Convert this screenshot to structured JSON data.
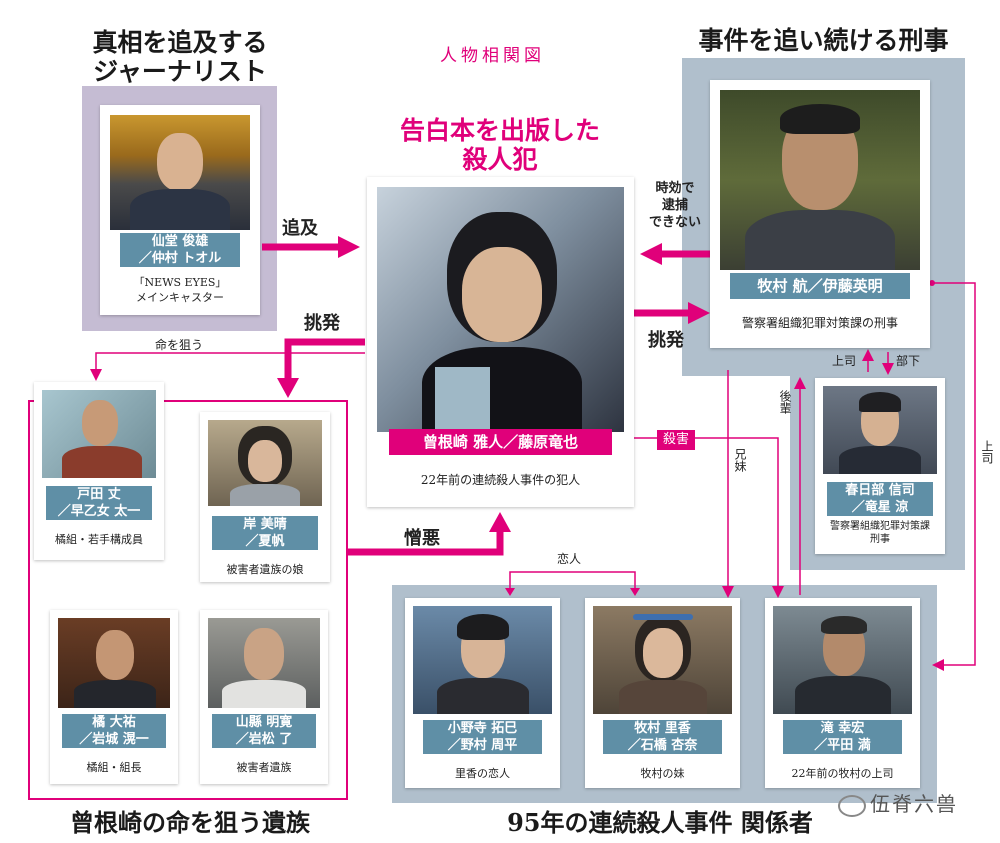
{
  "title": "人物相関図",
  "center": {
    "heading": [
      "告白本を出版した",
      "殺人犯"
    ],
    "name": "曾根崎 雅人／藤原竜也",
    "desc": "22年前の連続殺人事件の犯人"
  },
  "journalist": {
    "heading": [
      "真相を追及する",
      "ジャーナリスト"
    ],
    "name": [
      "仙堂 俊雄",
      "／仲村 トオル"
    ],
    "desc": [
      "「NEWS EYES」",
      "メインキャスター"
    ]
  },
  "detective_group": {
    "heading": "事件を追い続ける刑事",
    "main": {
      "name": "牧村 航／伊藤英明",
      "desc": "警察署組織犯罪対策課の刑事"
    },
    "sub": {
      "name": [
        "春日部 信司",
        "／竜星 涼"
      ],
      "desc": [
        "警察署組織犯罪対策課",
        "刑事"
      ]
    }
  },
  "family_group": {
    "heading": "曾根崎の命を狙う遺族",
    "members": [
      {
        "name": [
          "戸田 丈",
          "／早乙女 太一"
        ],
        "desc": "橘組・若手構成員"
      },
      {
        "name": [
          "岸 美晴",
          "／夏帆"
        ],
        "desc": "被害者遺族の娘"
      },
      {
        "name": [
          "橘 大祐",
          "／岩城 滉一"
        ],
        "desc": "橘組・組長"
      },
      {
        "name": [
          "山縣 明寛",
          "／岩松 了"
        ],
        "desc": "被害者遺族"
      }
    ]
  },
  "case_group": {
    "heading": "95年の連続殺人事件 関係者",
    "members": [
      {
        "name": [
          "小野寺 拓巳",
          "／野村 周平"
        ],
        "desc": "里香の恋人"
      },
      {
        "name": [
          "牧村 里香",
          "／石橋 杏奈"
        ],
        "desc": "牧村の妹"
      },
      {
        "name": [
          "滝 幸宏",
          "／平田 満"
        ],
        "desc": "22年前の牧村の上司"
      }
    ]
  },
  "relations": {
    "tsuikyu": "追及",
    "jikou": [
      "時効で",
      "逮捕",
      "できない"
    ],
    "chohatsu_left": "挑発",
    "chohatsu_right": "挑発",
    "inochi": "命を狙う",
    "zouo": "憎悪",
    "satsugai": "殺害",
    "kyoudai": "兄妹",
    "kouhai": "後輩",
    "joushi_right": "上司",
    "joushi_mid": "上司",
    "buka": "部下",
    "koibito": "恋人"
  },
  "watermark": "伍脊六兽",
  "colors": {
    "accent": "#e0007a",
    "nameplate": "#5f8fa6",
    "panel": "#b0bfcc",
    "journalist_panel": "#c5bcd3"
  }
}
